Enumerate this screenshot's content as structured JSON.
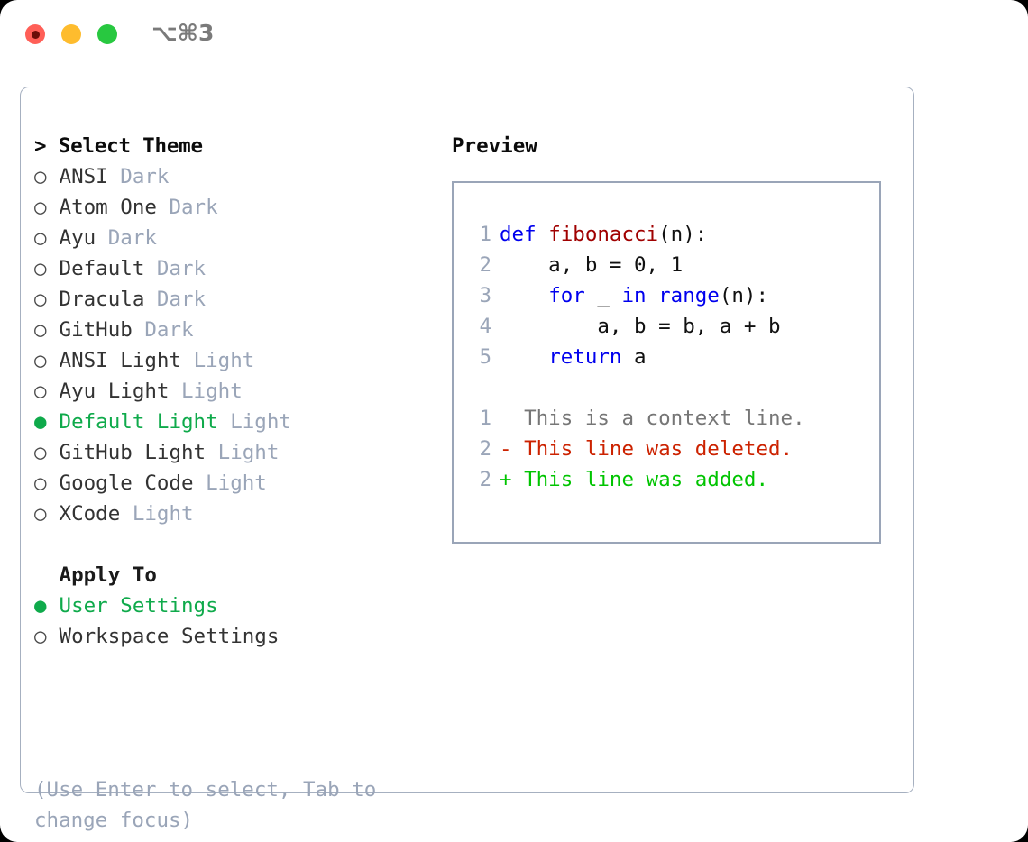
{
  "window": {
    "shortcut_label": "⌥⌘3",
    "traffic_lights": [
      {
        "name": "close",
        "color": "#FF5F57"
      },
      {
        "name": "minimize",
        "color": "#FEBC2E"
      },
      {
        "name": "maximize",
        "color": "#28C840"
      }
    ]
  },
  "theme_panel": {
    "prompt": ">",
    "heading": "Select Theme",
    "bullet_empty": "○",
    "bullet_filled": "●",
    "items": [
      {
        "name": "ANSI",
        "kind": "Dark",
        "selected": false
      },
      {
        "name": "Atom One",
        "kind": "Dark",
        "selected": false
      },
      {
        "name": "Ayu",
        "kind": "Dark",
        "selected": false
      },
      {
        "name": "Default",
        "kind": "Dark",
        "selected": false
      },
      {
        "name": "Dracula",
        "kind": "Dark",
        "selected": false
      },
      {
        "name": "GitHub",
        "kind": "Dark",
        "selected": false
      },
      {
        "name": "ANSI Light",
        "kind": "Light",
        "selected": false
      },
      {
        "name": "Ayu Light",
        "kind": "Light",
        "selected": false
      },
      {
        "name": "Default Light",
        "kind": "Light",
        "selected": true
      },
      {
        "name": "GitHub Light",
        "kind": "Light",
        "selected": false
      },
      {
        "name": "Google Code",
        "kind": "Light",
        "selected": false
      },
      {
        "name": "XCode",
        "kind": "Light",
        "selected": false
      }
    ],
    "apply_to_title": "Apply To",
    "apply_to_items": [
      {
        "name": "User Settings",
        "selected": true
      },
      {
        "name": "Workspace Settings",
        "selected": false
      }
    ],
    "hint": "(Use Enter to select, Tab to change focus)"
  },
  "preview": {
    "title": "Preview",
    "code_lines": [
      {
        "no": "1",
        "tokens": [
          {
            "t": "def ",
            "c": "kw"
          },
          {
            "t": "fibonacci",
            "c": "fn"
          },
          {
            "t": "(n):",
            "c": "plain"
          }
        ]
      },
      {
        "no": "2",
        "tokens": [
          {
            "t": "    a, b = 0, 1",
            "c": "plain"
          }
        ]
      },
      {
        "no": "3",
        "tokens": [
          {
            "t": "    ",
            "c": "plain"
          },
          {
            "t": "for",
            "c": "kw"
          },
          {
            "t": " _ ",
            "c": "plain"
          },
          {
            "t": "in",
            "c": "kw"
          },
          {
            "t": " ",
            "c": "plain"
          },
          {
            "t": "range",
            "c": "kw"
          },
          {
            "t": "(n):",
            "c": "plain"
          }
        ]
      },
      {
        "no": "4",
        "tokens": [
          {
            "t": "        a, b = b, a + b",
            "c": "plain"
          }
        ]
      },
      {
        "no": "5",
        "tokens": [
          {
            "t": "    ",
            "c": "plain"
          },
          {
            "t": "return",
            "c": "kw"
          },
          {
            "t": " a",
            "c": "plain"
          }
        ]
      }
    ],
    "diff_lines": [
      {
        "no": "1",
        "marker": " ",
        "text": "  This is a context line.",
        "kind": "ctx"
      },
      {
        "no": "2",
        "marker": "-",
        "text": "- This line was deleted.",
        "kind": "del"
      },
      {
        "no": "2",
        "marker": "+",
        "text": "+ This line was added.",
        "kind": "add"
      }
    ]
  },
  "colors": {
    "accent_green": "#0FAA4B",
    "muted": "#9AA5B8",
    "border": "#A6B0C0",
    "keyword_blue": "#0000EE",
    "function_red": "#A00000",
    "diff_delete": "#CC2200",
    "diff_add": "#00C400"
  }
}
